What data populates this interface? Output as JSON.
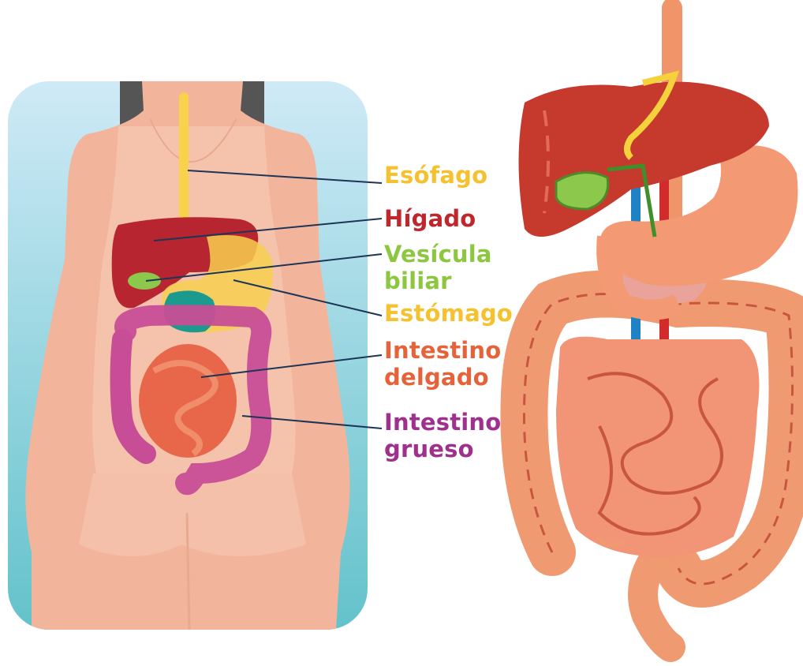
{
  "labels": [
    {
      "key": "esofago",
      "lines": [
        "Esófago"
      ],
      "color": "#f6c12e"
    },
    {
      "key": "higado",
      "lines": [
        "Hígado"
      ],
      "color": "#c0272d"
    },
    {
      "key": "vesicula",
      "lines": [
        "Vesícula",
        "biliar"
      ],
      "color": "#8dc63f"
    },
    {
      "key": "estomago",
      "lines": [
        "Estómago"
      ],
      "color": "#f6c12e"
    },
    {
      "key": "intestino-delgado",
      "lines": [
        "Intestino",
        "delgado"
      ],
      "color": "#e5633a"
    },
    {
      "key": "intestino-grueso",
      "lines": [
        "Intestino",
        "grueso"
      ],
      "color": "#a0308e"
    }
  ]
}
